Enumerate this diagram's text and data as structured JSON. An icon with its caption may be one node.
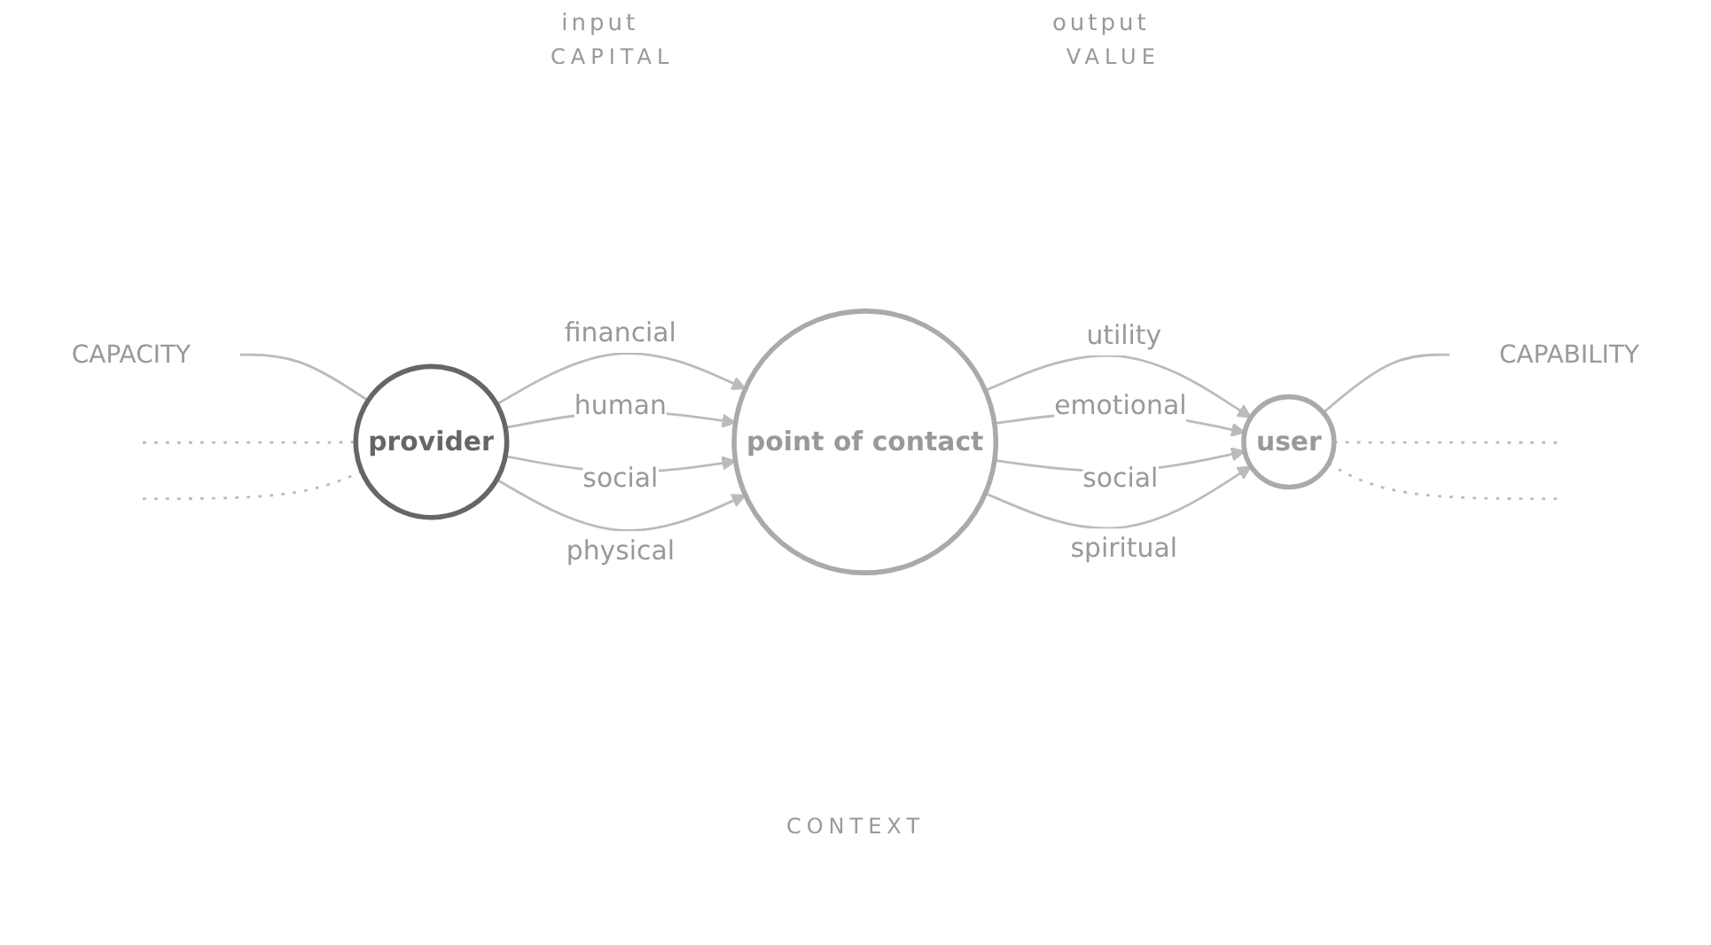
{
  "diagram": {
    "nodes": [
      {
        "text": [
          "CAPACITY"
        ]
      },
      {
        "text": [
          "provider"
        ]
      },
      {
        "text": [
          "point of contact"
        ]
      },
      {
        "text": [
          "user"
        ]
      },
      {
        "text": [
          "CAPABILITY"
        ]
      }
    ],
    "edges": [
      {
        "from": 0,
        "to": 1,
        "arrow": "none"
      },
      {
        "from": null,
        "to": 1,
        "arrow": "none",
        "style": "dashed"
      },
      {
        "from": null,
        "to": 1,
        "arrow": "none",
        "style": "dashed"
      },
      {
        "from": 1,
        "to": 2,
        "arrow": "to",
        "label": "financial"
      },
      {
        "from": 1,
        "to": 2,
        "arrow": "to",
        "label": "human"
      },
      {
        "from": 1,
        "to": 2,
        "arrow": "to",
        "label": "social"
      },
      {
        "from": 1,
        "to": 2,
        "arrow": "to",
        "label": "physical"
      },
      {
        "from": 2,
        "to": 3,
        "arrow": "to",
        "label": "utility"
      },
      {
        "from": 2,
        "to": 3,
        "arrow": "to",
        "label": "emotional"
      },
      {
        "from": 2,
        "to": 3,
        "arrow": "to",
        "label": "social"
      },
      {
        "from": 2,
        "to": 3,
        "arrow": "to",
        "label": "spiritual"
      },
      {
        "from": 3,
        "to": 4,
        "arrow": "none"
      },
      {
        "from": 3,
        "to": null,
        "arrow": "none",
        "style": "dashed"
      },
      {
        "from": 3,
        "to": null,
        "arrow": "none",
        "style": "dashed"
      }
    ],
    "labels": [
      "input",
      "output",
      "CAPITAL",
      "VALUE",
      "CONTEXT"
    ]
  }
}
